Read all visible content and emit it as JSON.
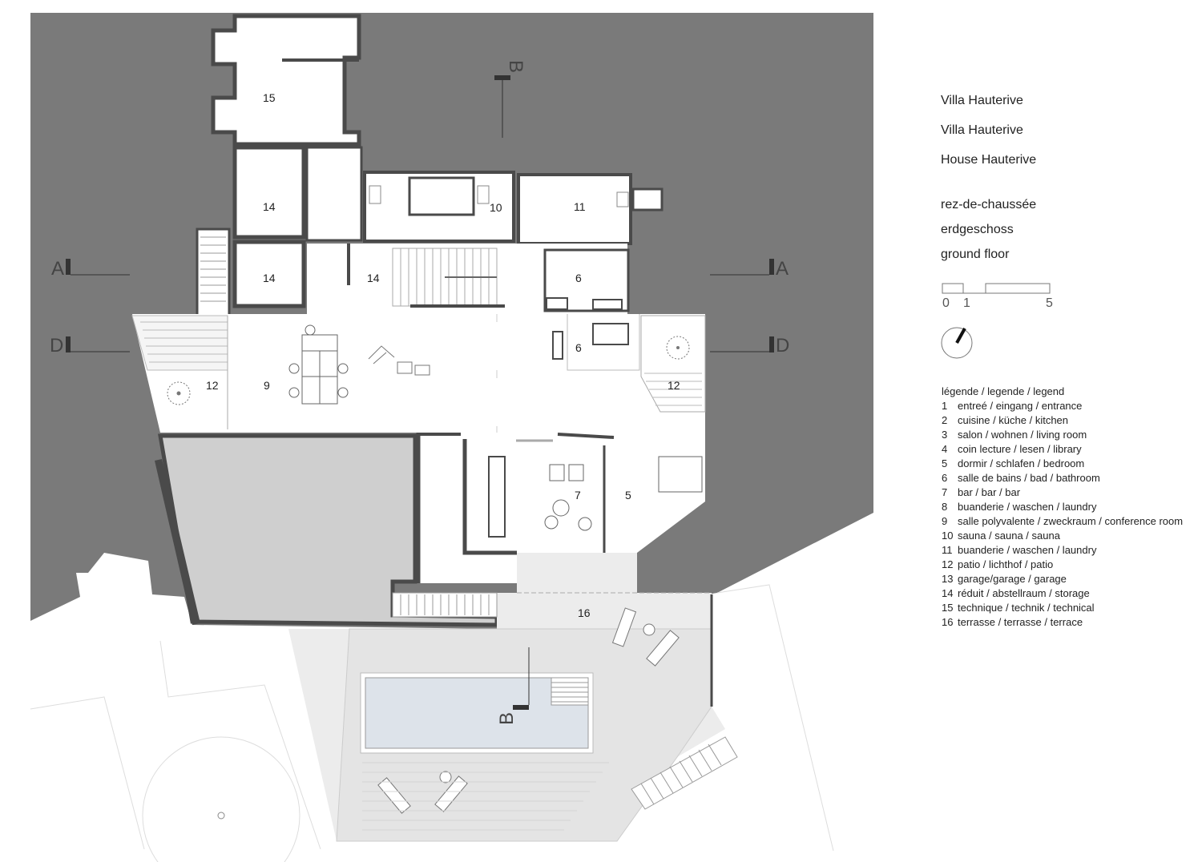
{
  "title": {
    "fr": "Villa Hauterive",
    "de": "Villa Hauterive",
    "en": "House Hauterive"
  },
  "floor": {
    "fr": "rez-de-chaussée",
    "de": "erdgeschoss",
    "en": "ground floor"
  },
  "scale": {
    "labels": [
      "0",
      "1",
      "5"
    ]
  },
  "legend": {
    "title": "légende / legende / legend",
    "items": [
      {
        "num": "1",
        "text": "entreé / eingang / entrance"
      },
      {
        "num": "2",
        "text": "cuisine / küche / kitchen"
      },
      {
        "num": "3",
        "text": "salon / wohnen / living room"
      },
      {
        "num": "4",
        "text": "coin lecture / lesen / library"
      },
      {
        "num": "5",
        "text": "dormir / schlafen / bedroom"
      },
      {
        "num": "6",
        "text": "salle de bains / bad / bathroom"
      },
      {
        "num": "7",
        "text": "bar / bar / bar"
      },
      {
        "num": "8",
        "text": "buanderie / waschen / laundry"
      },
      {
        "num": "9",
        "text": "salle polyvalente / zweckraum / conference room"
      },
      {
        "num": "10",
        "text": "sauna / sauna / sauna"
      },
      {
        "num": "11",
        "text": "buanderie / waschen / laundry"
      },
      {
        "num": "12",
        "text": "patio / lichthof / patio"
      },
      {
        "num": "13",
        "text": "garage/garage / garage"
      },
      {
        "num": "14",
        "text": "réduit / abstellraum / storage"
      },
      {
        "num": "15",
        "text": "technique / technik / technical"
      },
      {
        "num": "16",
        "text": "terrasse / terrasse / terrace"
      }
    ]
  },
  "sections": {
    "a": "A",
    "b": "B",
    "d": "D"
  },
  "rooms": {
    "r15": "15",
    "r14a": "14",
    "r14b": "14",
    "r14c": "14",
    "r10": "10",
    "r11": "11",
    "r6a": "6",
    "r6b": "6",
    "r12a": "12",
    "r12b": "12",
    "r9": "9",
    "r7": "7",
    "r5": "5",
    "r16": "16"
  },
  "colors": {
    "terrain": "#7a7a7a",
    "wall": "#4a4a4a",
    "garage": "#cfcfcf",
    "terrace": "#ececec",
    "pool": "#dde3ea",
    "interior": "#ffffff"
  }
}
